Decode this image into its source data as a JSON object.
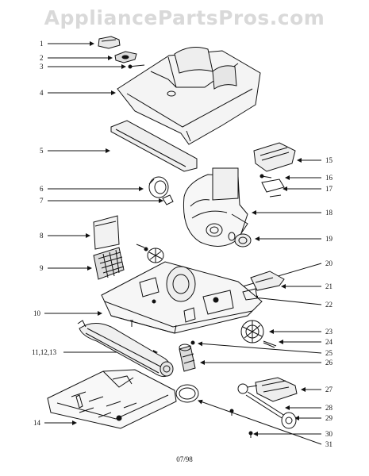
{
  "watermark": "AppliancePartsPros.com",
  "diagram_code": "07/98",
  "callouts_left": [
    "1",
    "2",
    "3",
    "4",
    "5",
    "6",
    "7",
    "8",
    "9",
    "10",
    "11,12,13",
    "14"
  ],
  "callouts_right": [
    "15",
    "16",
    "17",
    "18",
    "19",
    "20",
    "21",
    "22",
    "23",
    "24",
    "25",
    "26",
    "27",
    "28",
    "29",
    "30",
    "31"
  ],
  "colors": {
    "line": "#111111",
    "watermark": "#d9d9d9"
  }
}
